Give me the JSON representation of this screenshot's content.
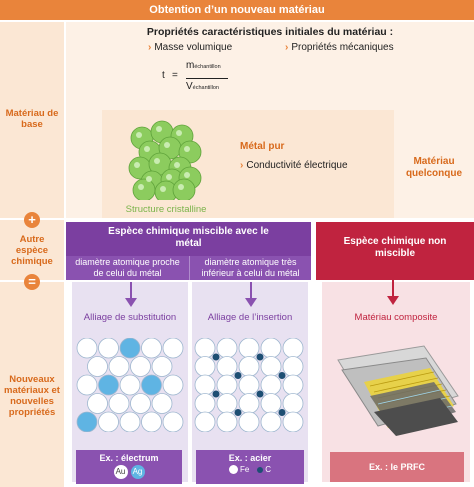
{
  "header": {
    "title": "Obtention d’un nouveau matériau"
  },
  "left": {
    "base_label": "Matériau de base",
    "plus": "+",
    "other_label": "Autre espèce chimique",
    "equals": "=",
    "new_label": "Nouveaux matériaux et nouvelles propriétés"
  },
  "props": {
    "title": "Propriétés caractéristiques initiales du matériau :",
    "items": [
      "Masse volumique",
      "Propriétés mécaniques"
    ],
    "formula": {
      "lhs": "t",
      "eq": "=",
      "num": "m",
      "num_sub": "échantillon",
      "den": "V",
      "den_sub": "échantillon"
    }
  },
  "metal": {
    "title": "Métal pur",
    "property": "Conductivité électrique",
    "caption": "Structure cristalline",
    "other_material": "Matériau quelconque"
  },
  "miscible": {
    "title": "Espèce chimique miscible avec le métal",
    "case_sub": "diamètre atomique proche de celui du métal",
    "case_ins": "diamètre atomique très inférieur à celui du métal",
    "alloy_sub": "Alliage de substitution",
    "alloy_ins": "Alliage de l’insertion",
    "ex_sub": "Ex. : électrum",
    "ex_ins": "Ex. : acier",
    "sub_elements": [
      "Au",
      "Ag"
    ],
    "ins_elements": [
      "Fe",
      "C"
    ]
  },
  "nonmiscible": {
    "title": "Espèce chimique non miscible",
    "result": "Matériau composite",
    "example": "Ex. : le PRFC"
  },
  "colors": {
    "orange": "#e9843b",
    "purple": "#7b3fa0",
    "red": "#c0233f",
    "green_atom": "#8ccc5e",
    "blue_atom": "#5fb4e3",
    "dark_atom": "#1d4e73"
  }
}
